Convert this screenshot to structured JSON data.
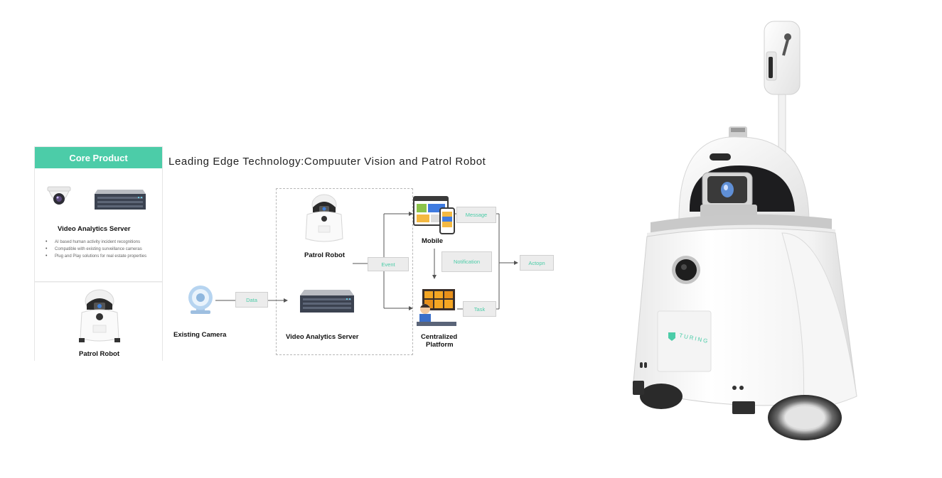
{
  "core_panel": {
    "header": "Core Product",
    "server_title": "Video Analytics Server",
    "bullets": [
      "AI based human activity incident recognitions",
      "Compatible with existing surveillance cameras",
      "Plug and Play solutions for real estate properties"
    ],
    "robot_title": "Patrol Robot"
  },
  "diagram": {
    "title": "Leading Edge Technology:Compuuter Vision and Patrol Robot",
    "nodes": {
      "camera": "Existing Camera",
      "patrol_robot": "Patrol Robot",
      "server": "Video Analytics Server",
      "mobile": "Mobile",
      "platform_line1": "Centralized",
      "platform_line2": "Platform"
    },
    "edges": {
      "data": "Data",
      "event": "Event",
      "message": "Message",
      "notification": "Notification",
      "task": "Task",
      "action": "Actopn"
    }
  },
  "robot_product": {
    "brand": "TURING"
  },
  "colors": {
    "accent": "#4ccca8",
    "tag_bg": "#ececec",
    "line": "#555555"
  }
}
